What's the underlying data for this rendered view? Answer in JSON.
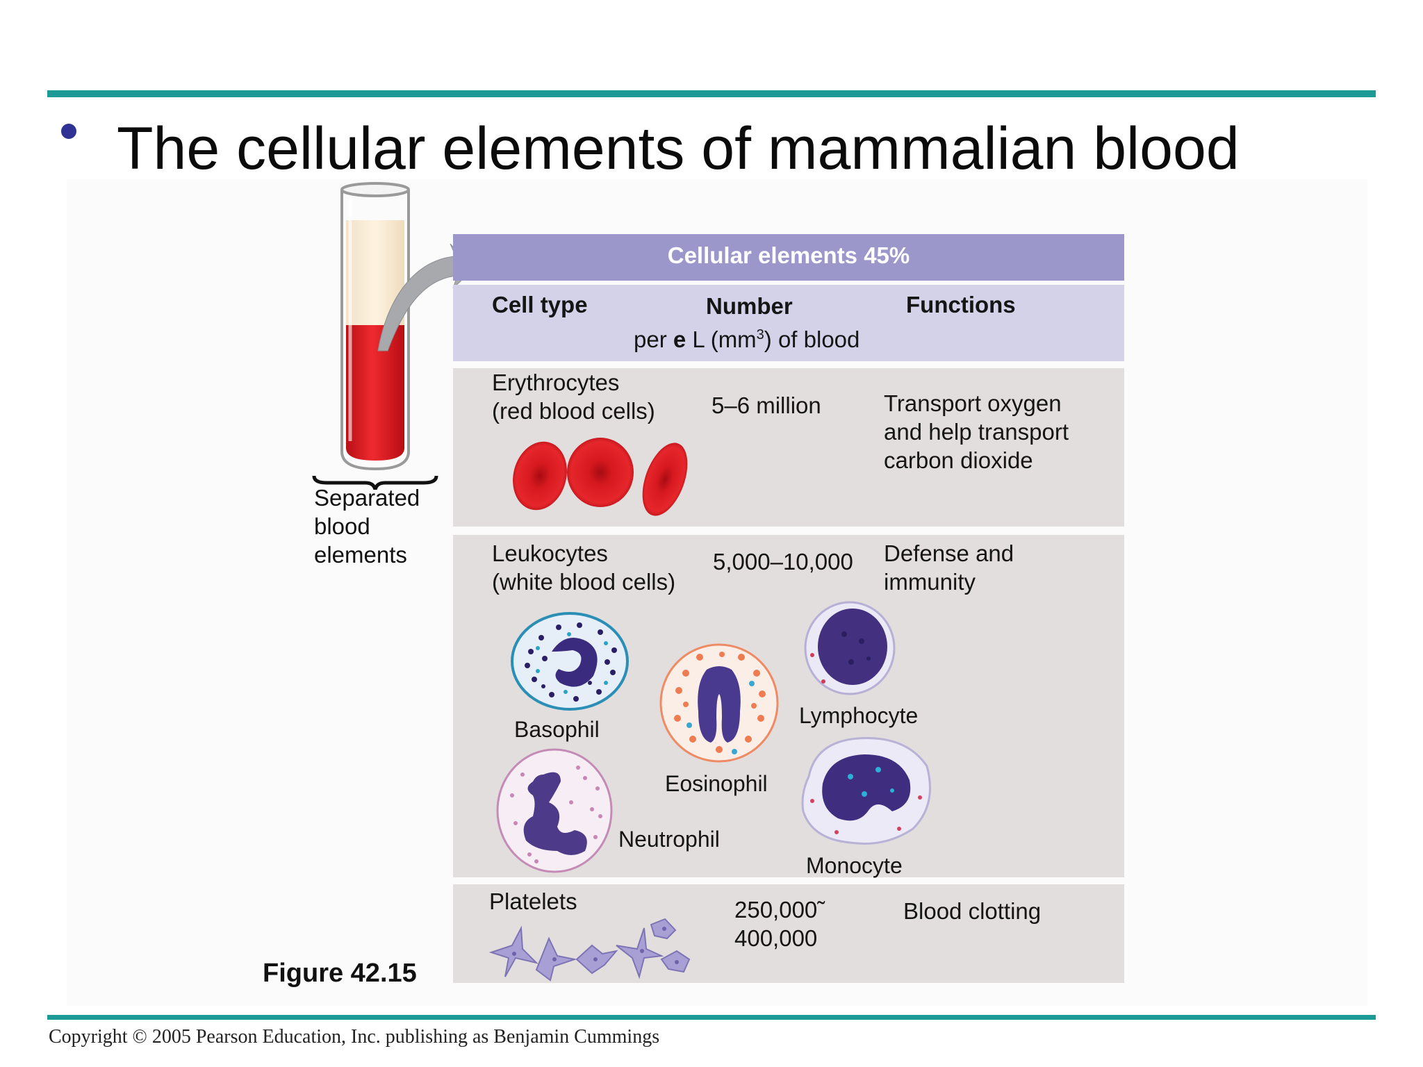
{
  "slide": {
    "title": "The cellular elements of mammalian blood",
    "copyright": "Copyright © 2005 Pearson Education, Inc. publishing as Benjamin Cummings",
    "figure_label": "Figure 42.15"
  },
  "tube": {
    "label_line1": "Separated",
    "label_line2": "blood",
    "label_line3": "elements"
  },
  "table": {
    "banner": "Cellular elements 45%",
    "col_cell_type": "Cell type",
    "col_number": "Number",
    "col_number_unit_pre": "per",
    "col_number_unit_bold": "e",
    "col_number_unit_mid": "L (mm",
    "col_number_unit_sup": "3",
    "col_number_unit_post": ") of blood",
    "col_functions": "Functions",
    "rows": [
      {
        "name_line1": "Erythrocytes",
        "name_line2": "(red blood cells)",
        "number": "5–6 million",
        "function_line1": "Transport oxygen",
        "function_line2": "and help transport",
        "function_line3": "carbon dioxide"
      },
      {
        "name_line1": "Leukocytes",
        "name_line2": "(white blood cells)",
        "number": "5,000–10,000",
        "function_line1": "Defense and",
        "function_line2": "immunity",
        "subtypes": [
          "Basophil",
          "Eosinophil",
          "Lymphocyte",
          "Neutrophil",
          "Monocyte"
        ]
      },
      {
        "name_line1": "Platelets",
        "number_line1": "250,000̃",
        "number_line2": "400,000",
        "function_line1": "Blood clotting"
      }
    ]
  },
  "colors": {
    "teal_rule": "#1b9a96",
    "bullet": "#2f3194",
    "banner": "#9b97cb",
    "header_band": "#d3d2e8",
    "row_band": "#e2dedd",
    "rbc_red": "#d9161d",
    "platelet": "#a8a0d4"
  }
}
